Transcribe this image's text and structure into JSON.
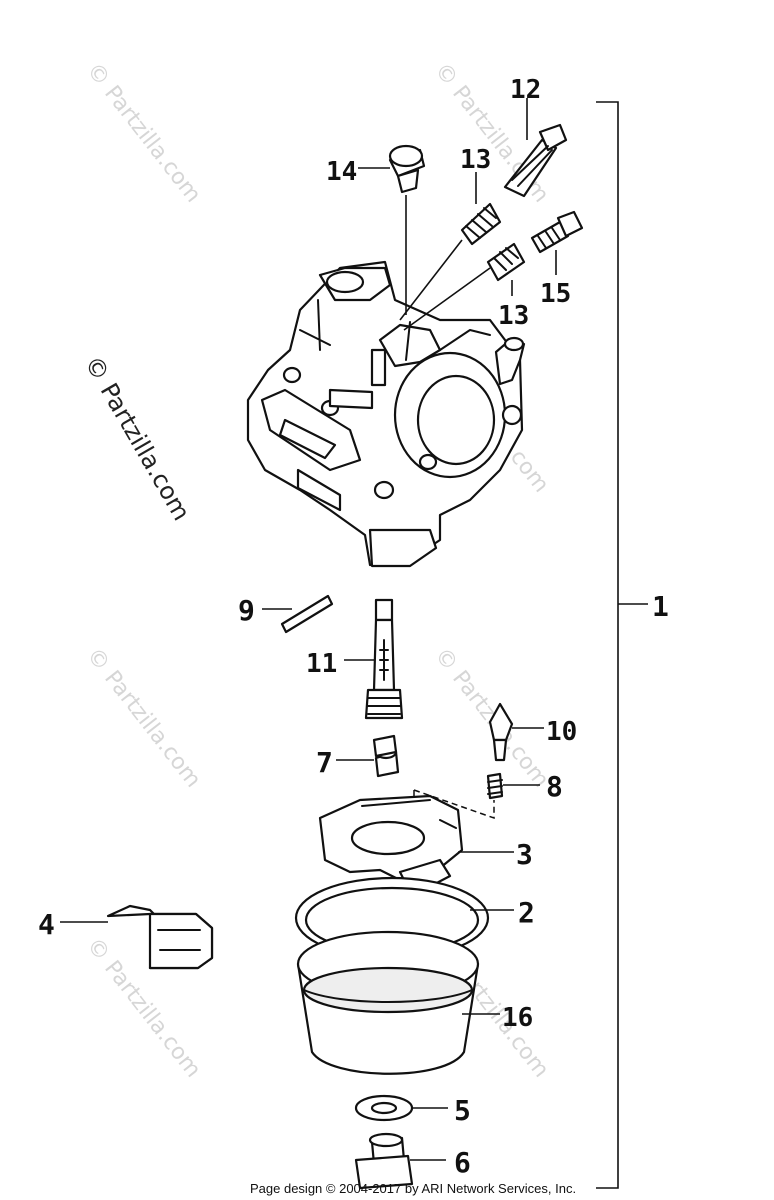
{
  "watermarks": {
    "vertical": "© Partzilla.com",
    "faint": "© Partzilla.com"
  },
  "callouts": {
    "c1": "1",
    "c2": "2",
    "c3": "3",
    "c4": "4",
    "c5": "5",
    "c6": "6",
    "c7": "7",
    "c8": "8",
    "c9": "9",
    "c10": "10",
    "c11": "11",
    "c12": "12",
    "c13a": "13",
    "c13b": "13",
    "c14": "14",
    "c15": "15",
    "c16": "16"
  },
  "footer": "Page design © 2004-2017 by ARI Network Services, Inc."
}
